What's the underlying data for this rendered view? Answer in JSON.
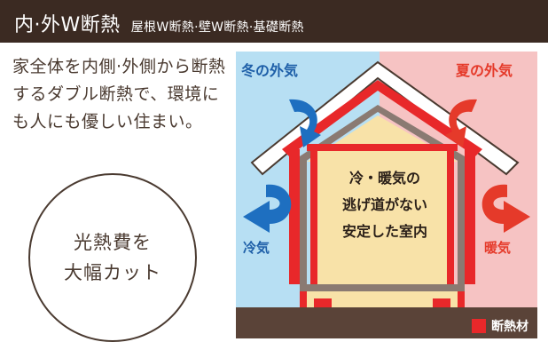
{
  "header": {
    "title": "内·外W断熱",
    "subtitle": "屋根W断熱·壁W断熱·基礎断熱"
  },
  "description": "家全体を内側·外側から断熱するダブル断熱で、環境にも人にも優しい住まい。",
  "cost_badge": {
    "line1": "光熱費を",
    "line2": "大幅カット"
  },
  "diagram": {
    "winter_label": "冬の外気",
    "summer_label": "夏の外気",
    "cold_label": "冷気",
    "warm_label": "暖気",
    "center_line1": "冷・暖気の",
    "center_line2": "逃げ道がない",
    "center_line3": "安定した室内",
    "legend_label": "断熱材",
    "colors": {
      "winter_bg": "#b7dff3",
      "summer_bg": "#f6c3c3",
      "insulation": "#e8282a",
      "cold_arrow": "#1e6fc0",
      "warm_arrow": "#e53a2a",
      "interior": "#f8e2a8",
      "frame": "#8a7a72",
      "ground": "#5a4338"
    },
    "icons": [
      "cold-air-arrow-icon",
      "warm-air-arrow-icon"
    ]
  }
}
